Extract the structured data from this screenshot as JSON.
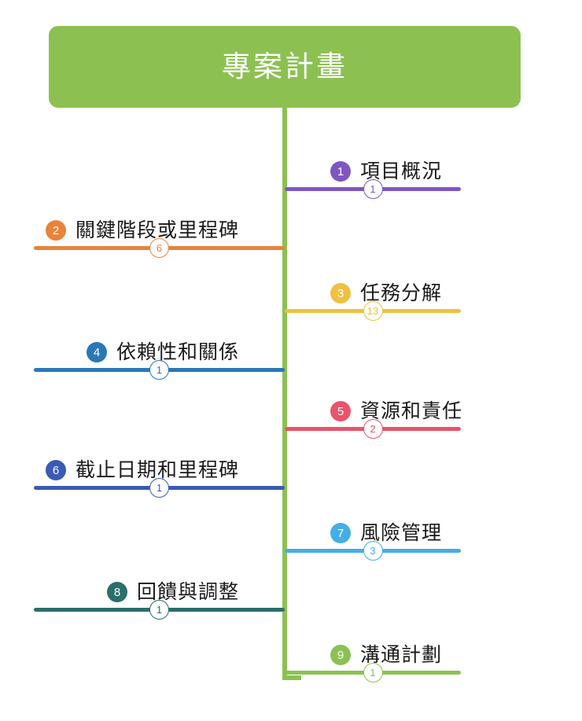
{
  "diagram": {
    "type": "mindmap",
    "root": {
      "title": "專案計畫",
      "color": "#8cc152",
      "text_color": "#ffffff"
    },
    "trunk_color": "#8cc152",
    "nodes": [
      {
        "index": "1",
        "label": "項目概況",
        "count": "1",
        "color": "#7e57c2",
        "side": "right"
      },
      {
        "index": "2",
        "label": "關鍵階段或里程碑",
        "count": "6",
        "color": "#e8833a",
        "side": "left"
      },
      {
        "index": "3",
        "label": "任務分解",
        "count": "13",
        "color": "#f0c040",
        "side": "right"
      },
      {
        "index": "4",
        "label": "依賴性和關係",
        "count": "1",
        "color": "#2878b8",
        "side": "left"
      },
      {
        "index": "5",
        "label": "資源和責任",
        "count": "2",
        "color": "#e8546a",
        "side": "right"
      },
      {
        "index": "6",
        "label": "截止日期和里程碑",
        "count": "1",
        "color": "#3b5bb5",
        "side": "left"
      },
      {
        "index": "7",
        "label": "風險管理",
        "count": "3",
        "color": "#44aee8",
        "side": "right"
      },
      {
        "index": "8",
        "label": "回饋與調整",
        "count": "1",
        "color": "#2b6e6b",
        "side": "left"
      },
      {
        "index": "9",
        "label": "溝通計劃",
        "count": "1",
        "color": "#8cc152",
        "side": "right"
      }
    ]
  }
}
